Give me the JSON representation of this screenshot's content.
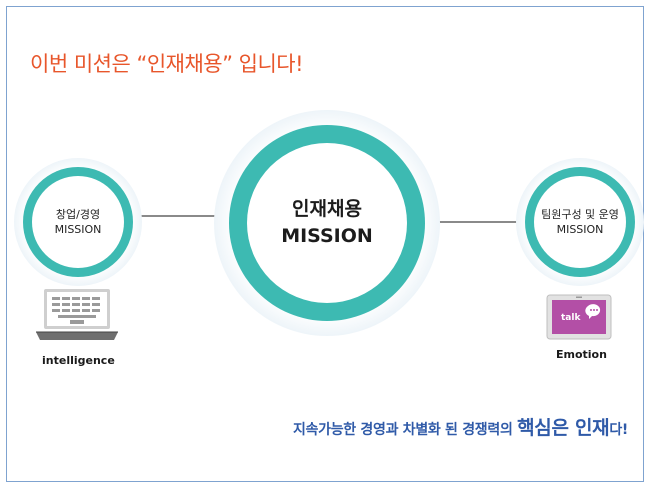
{
  "title": "이번 미션은 “인재채용” 입니다!",
  "nodes": {
    "left": {
      "line1": "창업/경영",
      "line2": "MISSION",
      "caption": "intelligence",
      "icon": "laptop-icon"
    },
    "center": {
      "line1": "인재채용",
      "line2": "MISSION"
    },
    "right": {
      "line1": "팀원구성 및 운영",
      "line2": "MISSION",
      "caption": "Emotion",
      "icon": "tablet-talk-icon",
      "badge_label": "talk"
    }
  },
  "footer": {
    "prefix": "지속가능한 경영과 차별화 된 경쟁력의 ",
    "highlight": "핵심은 인재",
    "suffix": "다!"
  },
  "colors": {
    "title": "#e8562b",
    "ring": "#3dbab2",
    "footer": "#2f5aa8",
    "badge": "#b34fa6"
  }
}
